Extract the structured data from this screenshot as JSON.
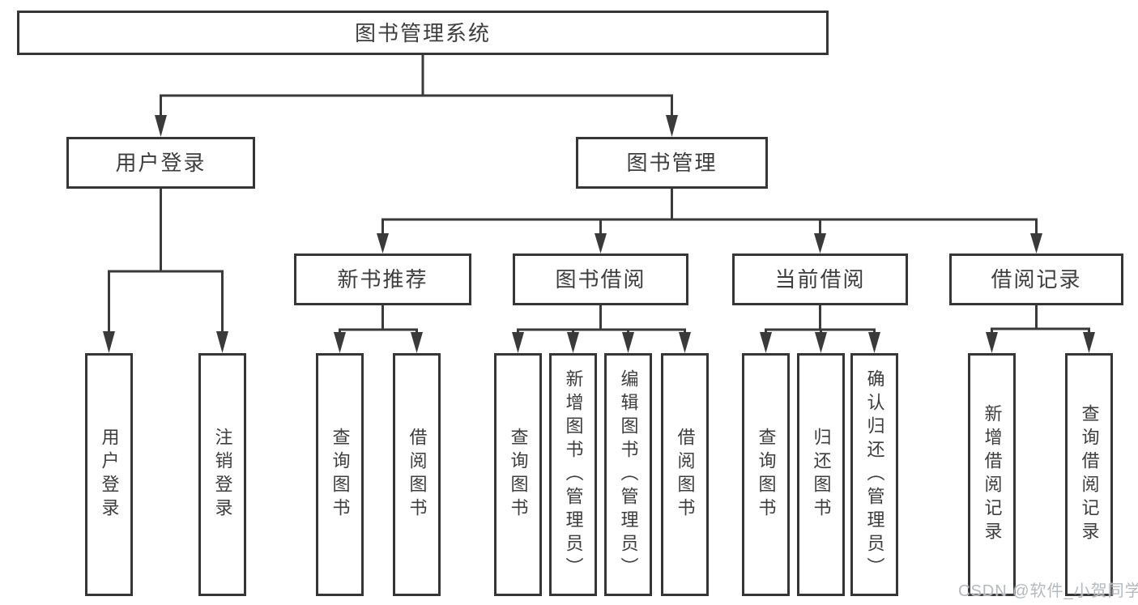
{
  "page": {
    "background": "#ffffff"
  },
  "colors": {
    "line": "#3a3a3a",
    "box_border": "#363636",
    "text": "#3d3d3d",
    "watermark": "#b4b9be"
  },
  "watermark": {
    "text": "CSDN @软件_小贺同学"
  },
  "tree": {
    "label": "图书管理系统",
    "children": [
      {
        "label": "用户登录",
        "children": [
          {
            "label": "用户登录"
          },
          {
            "label": "注销登录"
          }
        ]
      },
      {
        "label": "图书管理",
        "children": [
          {
            "label": "新书推荐",
            "children": [
              {
                "label": "查询图书"
              },
              {
                "label": "借阅图书"
              }
            ]
          },
          {
            "label": "图书借阅",
            "children": [
              {
                "label": "查询图书"
              },
              {
                "label": "新增图书（管理员）"
              },
              {
                "label": "编辑图书（管理员）"
              },
              {
                "label": "借阅图书"
              }
            ]
          },
          {
            "label": "当前借阅",
            "children": [
              {
                "label": "查询图书"
              },
              {
                "label": "归还图书"
              },
              {
                "label": "确认归还（管理员）"
              }
            ]
          },
          {
            "label": "借阅记录",
            "children": [
              {
                "label": "新增借阅记录"
              },
              {
                "label": "查询借阅记录"
              }
            ]
          }
        ]
      }
    ]
  }
}
